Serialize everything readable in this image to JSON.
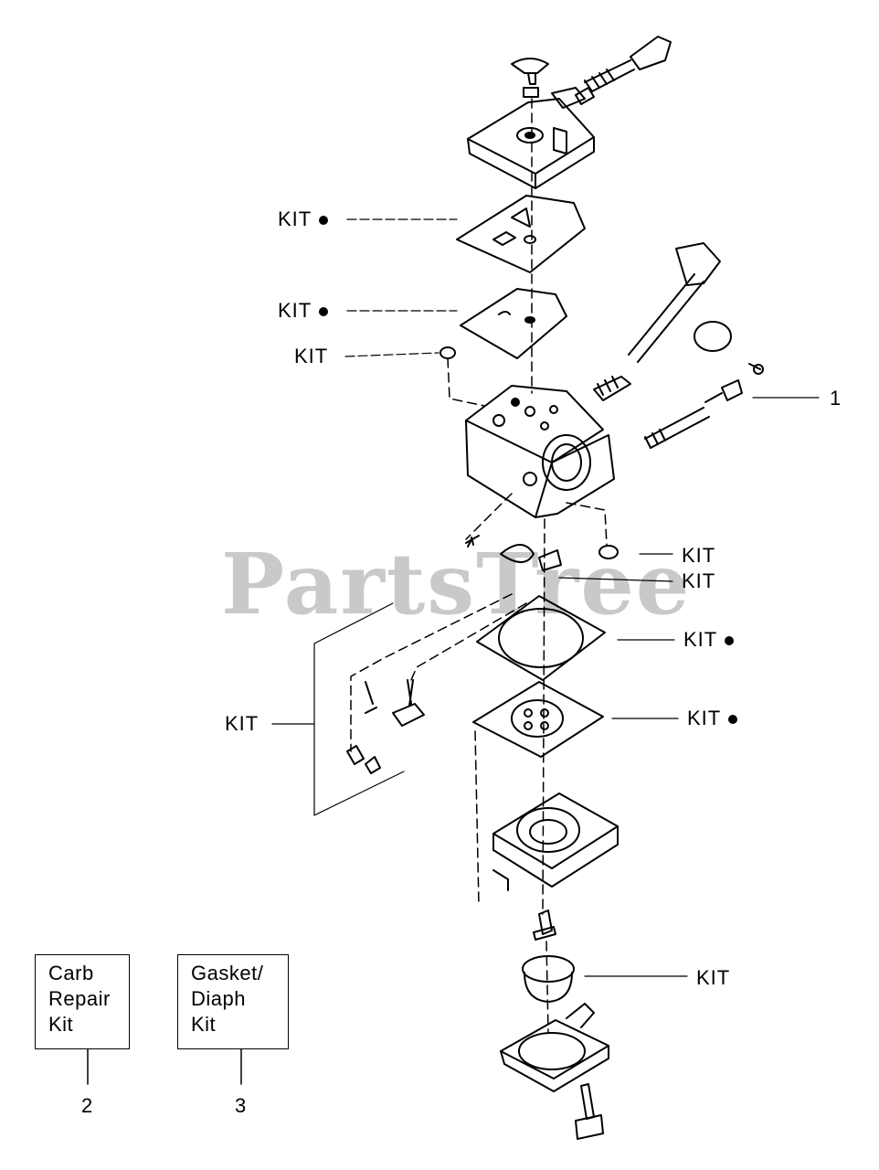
{
  "watermark": "PartsTree",
  "callouts": {
    "kit_1": "KIT",
    "kit_2": "KIT",
    "kit_3": "KIT",
    "kit_4": "KIT",
    "kit_5": "KIT",
    "kit_6": "KIT",
    "kit_7": "KIT",
    "kit_8": "KIT",
    "kit_9": "KIT",
    "ref_1": "1",
    "ref_2": "2",
    "ref_3": "3"
  },
  "legend_boxes": [
    {
      "lines": [
        "Carb",
        "Repair",
        "Kit"
      ]
    },
    {
      "lines": [
        "Gasket/",
        "Diaph",
        "Kit"
      ]
    }
  ],
  "colors": {
    "ink": "#000000",
    "watermark": "#c9c9c9",
    "background": "#ffffff"
  }
}
